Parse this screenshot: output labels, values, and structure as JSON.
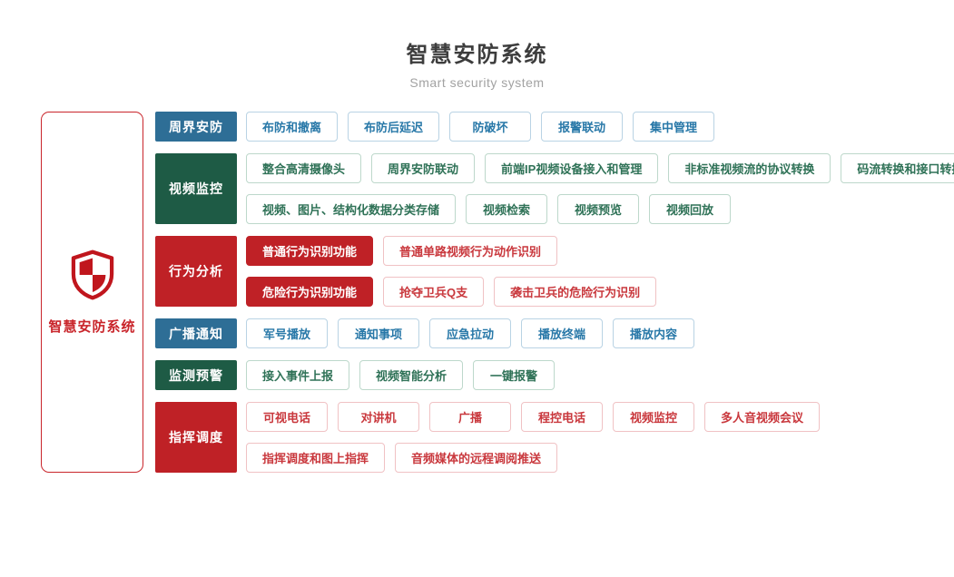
{
  "header": {
    "title": "智慧安防系统",
    "subtitle": "Smart security system"
  },
  "root": {
    "label": "智慧安防系统",
    "icon": "shield-icon",
    "border_color": "#c9252b"
  },
  "colors": {
    "blue": {
      "solid": "#2e6e96",
      "text": "#2878a8",
      "border": "#b9d3e4"
    },
    "green": {
      "solid": "#1e5b45",
      "text": "#2f7257",
      "border": "#bdd8cb"
    },
    "red": {
      "solid": "#bf2126",
      "text": "#c9383d",
      "border": "#f0c2c4"
    }
  },
  "rows": [
    {
      "category": "周界安防",
      "color": "blue",
      "lines": [
        [
          "布防和撤离",
          "布防后延迟",
          "防破坏",
          "报警联动",
          "集中管理"
        ]
      ]
    },
    {
      "category": "视频监控",
      "color": "green",
      "lines": [
        [
          "整合高清摄像头",
          "周界安防联动",
          "前端IP视频设备接入和管理",
          "非标准视频流的协议转换",
          "码流转换和接口转换"
        ],
        [
          "视频、图片、结构化数据分类存储",
          "视频检索",
          "视频预览",
          "视频回放"
        ]
      ]
    },
    {
      "category": "行为分析",
      "color": "red",
      "lines": [
        [
          {
            "label": "普通行为识别功能",
            "solid": true
          },
          "普通单路视频行为动作识别"
        ],
        [
          {
            "label": "危险行为识别功能",
            "solid": true
          },
          "抢夺卫兵Q支",
          "袭击卫兵的危险行为识别"
        ]
      ]
    },
    {
      "category": "广播通知",
      "color": "blue",
      "lines": [
        [
          "军号播放",
          "通知事项",
          "应急拉动",
          "播放终端",
          "播放内容"
        ]
      ]
    },
    {
      "category": "监测预警",
      "color": "green",
      "lines": [
        [
          "接入事件上报",
          "视频智能分析",
          "一键报警"
        ]
      ]
    },
    {
      "category": "指挥调度",
      "color": "red",
      "lines": [
        [
          "可视电话",
          "对讲机",
          "广播",
          "程控电话",
          "视频监控",
          "多人音视频会议"
        ],
        [
          "指挥调度和图上指挥",
          "音频媒体的远程调阅推送"
        ]
      ]
    }
  ]
}
